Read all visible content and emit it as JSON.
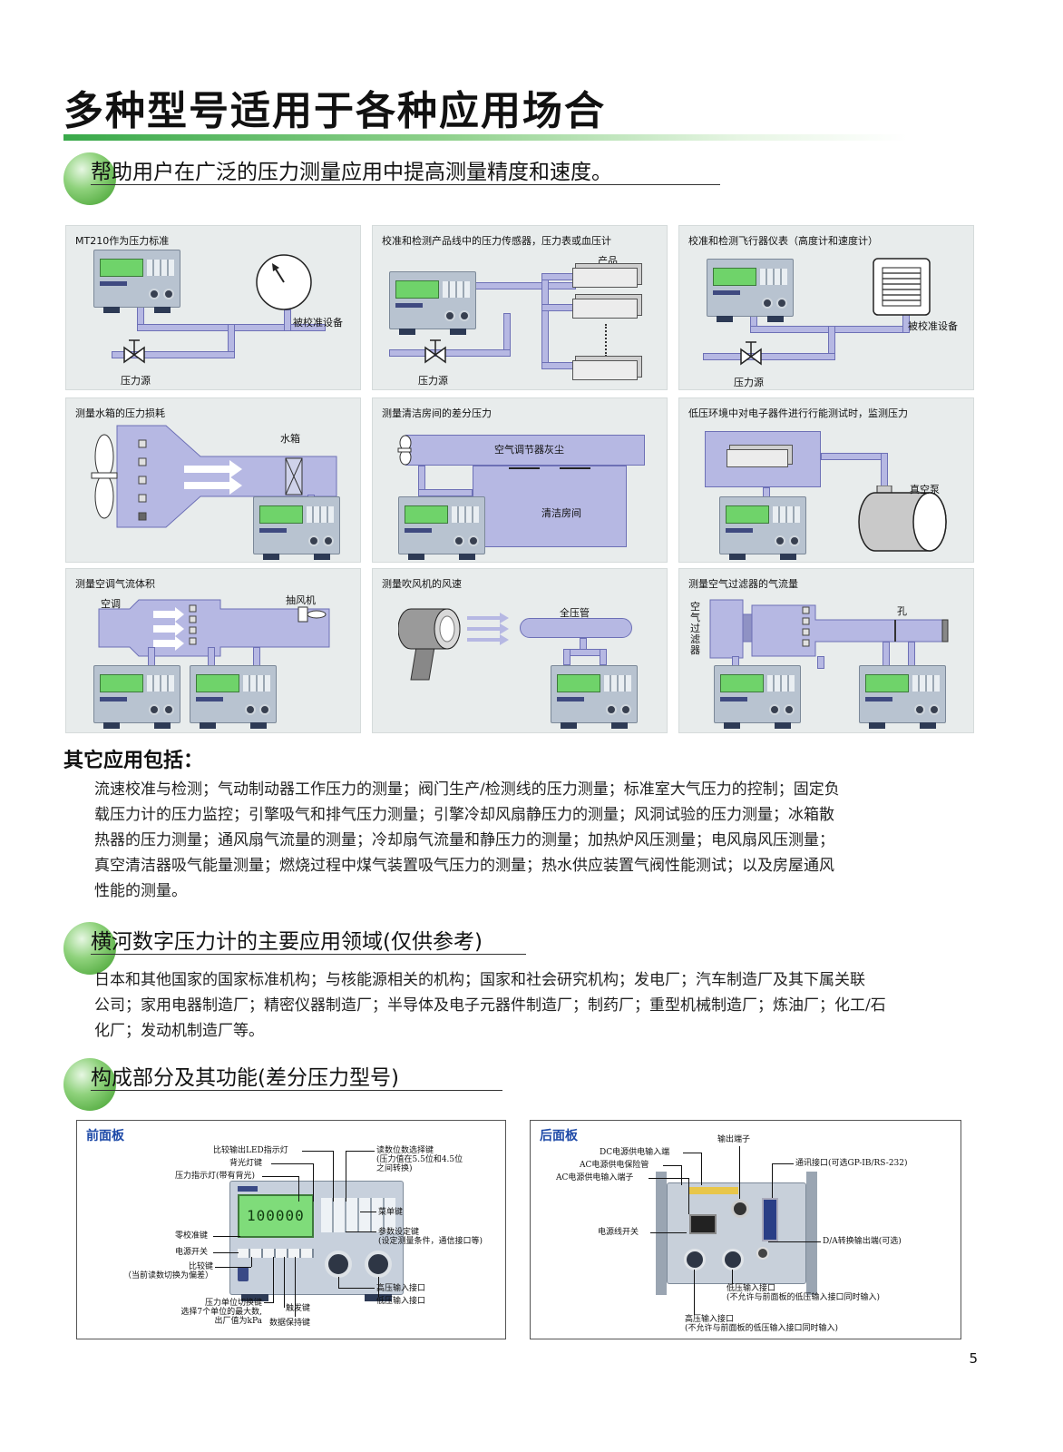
{
  "page": {
    "title": "多种型号适用于各种应用场合",
    "page_number": "5"
  },
  "section1": {
    "heading": "帮助用户在广泛的压力测量应用中提高测量精度和速度。"
  },
  "panels": {
    "p1": {
      "caption": "MT210作为压力标准",
      "device_label": "被校准设备",
      "source_label": "压力源"
    },
    "p2": {
      "caption": "校准和检测产品线中的压力传感器，压力表或血压计",
      "product_label": "产品",
      "source_label": "压力源"
    },
    "p3": {
      "caption": "校准和检测飞行器仪表（高度计和速度计）",
      "device_label": "被校准设备",
      "source_label": "压力源"
    },
    "p4": {
      "caption": "测量水箱的压力损耗",
      "tank_label": "水箱"
    },
    "p5": {
      "caption": "测量清洁房间的差分压力",
      "duct_label": "空气调节器灰尘",
      "room_label": "清洁房间"
    },
    "p6": {
      "caption": "低压环境中对电子器件进行行能测试时，监测压力",
      "pump_label": "真空泵"
    },
    "p7": {
      "caption": "测量空调气流体积",
      "ac_label": "空调",
      "fan_label": "抽风机"
    },
    "p8": {
      "caption": "测量吹风机的风速",
      "pitot_label": "全压管"
    },
    "p9": {
      "caption": "测量空气过滤器的气流量",
      "filter_label": "空气过滤器",
      "hole_label": "孔"
    }
  },
  "other_apps": {
    "heading": "其它应用包括：",
    "lines": [
      "流速校准与检测；气动制动器工作压力的测量；阀门生产/检测线的压力测量；标准室大气压力的控制；固定负",
      "载压力计的压力监控；引擎吸气和排气压力测量；引擎冷却风扇静压力的测量；风洞试验的压力测量；冰箱散",
      "热器的压力测量；通风扇气流量的测量；冷却扇气流量和静压力的测量；加热炉风压测量；电风扇风压测量；",
      "真空清洁器吸气能量测量；燃烧过程中煤气装置吸气压力的测量；热水供应装置气阀性能测试；以及房屋通风",
      "性能的测量。"
    ]
  },
  "section2": {
    "heading": "横河数字压力计的主要应用领域(仅供参考)",
    "lines": [
      "日本和其他国家的国家标准机构；与核能源相关的机构；国家和社会研究机构；发电厂；汽车制造厂及其下属关联",
      "公司；家用电器制造厂；精密仪器制造厂；半导体及电子元器件制造厂；制药厂；重型机械制造厂；炼油厂；化工/石",
      "化厂；发动机制造厂等。"
    ]
  },
  "section3": {
    "heading": "构成部分及其功能(差分压力型号)"
  },
  "front_panel": {
    "title": "前面板",
    "display_reading": "100000",
    "labels": {
      "led": "比较输出LED指示灯",
      "backlight_key": "背光灯键",
      "pressure_lamp": "压力指示灯(带有背光)",
      "digit_key": [
        "读数位数选择键",
        "(压力值在5.5位和4.5位",
        "之间转换)"
      ],
      "menu_key": "菜单键",
      "param_key": [
        "参数设定键",
        "(设定测量条件，通信接口等)"
      ],
      "zero_key": "零校准键",
      "power_switch": "电源开关",
      "compare_key": [
        "比较键",
        "（当前读数切换为偏差）"
      ],
      "unit_key": [
        "压力单位切换键",
        "选择7个单位的最大数,",
        "出厂值为kPa"
      ],
      "trigger_key": "触发键",
      "hold_key": "数据保持键",
      "high_port": "高压输入接口",
      "low_port": "低压输入接口"
    }
  },
  "rear_panel": {
    "title": "后面板",
    "labels": {
      "dc_input": "DC电源供电输入端",
      "ac_fuse": "AC电源供电保险管",
      "ac_input": "AC电源供电输入端子",
      "output_terminal": "输出端子",
      "comm_port": "通讯接口(可选GP-IB/RS-232)",
      "power_line_switch": "电源线开关",
      "da_output": "D/A转换输出端(可选)",
      "low_port": [
        "低压输入接口",
        "(不允许与前面板的低压输入接口同时输入)"
      ],
      "high_port": [
        "高压输入接口",
        "(不允许与前面板的低压输入接口同时输入)"
      ]
    }
  }
}
